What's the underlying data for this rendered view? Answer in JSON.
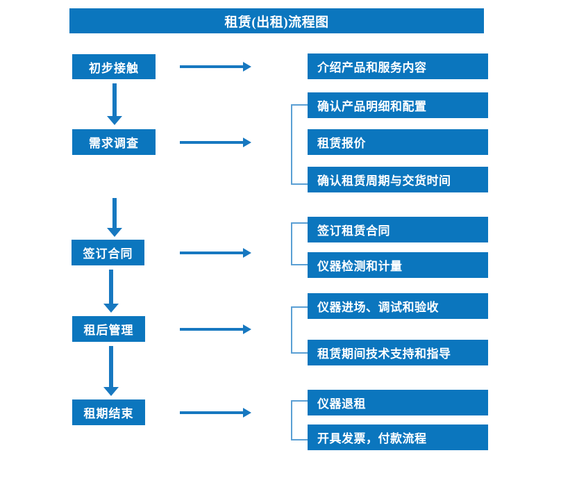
{
  "diagram": {
    "title": "租赁(出租)流程图",
    "theme": {
      "primary": "#0b76be",
      "arrow": "#1778c0",
      "bracket": "#5a9fd4",
      "text_on_primary": "#ffffff",
      "background": "#ffffff"
    },
    "stages": [
      {
        "id": "stage-1",
        "label": "初步接触"
      },
      {
        "id": "stage-2",
        "label": "需求调查"
      },
      {
        "id": "stage-3",
        "label": "签订合同"
      },
      {
        "id": "stage-4",
        "label": "租后管理"
      },
      {
        "id": "stage-5",
        "label": "租期结束"
      }
    ],
    "details": [
      {
        "id": "detail-1-1",
        "label": "介绍产品和服务内容"
      },
      {
        "id": "detail-2-1",
        "label": "确认产品明细和配置"
      },
      {
        "id": "detail-2-2",
        "label": "租赁报价"
      },
      {
        "id": "detail-2-3",
        "label": "确认租赁周期与交货时间"
      },
      {
        "id": "detail-3-1",
        "label": "签订租赁合同"
      },
      {
        "id": "detail-3-2",
        "label": "仪器检测和计量"
      },
      {
        "id": "detail-4-1",
        "label": "仪器进场、调试和验收"
      },
      {
        "id": "detail-4-2",
        "label": "租赁期间技术支持和指导"
      },
      {
        "id": "detail-5-1",
        "label": "仪器退租"
      },
      {
        "id": "detail-5-2",
        "label": "开具发票，付款流程"
      }
    ],
    "connectors": {
      "right_arrow_name": "right-arrow-icon",
      "down_arrow_name": "down-arrow-icon",
      "bracket_name": "group-bracket-icon"
    }
  }
}
